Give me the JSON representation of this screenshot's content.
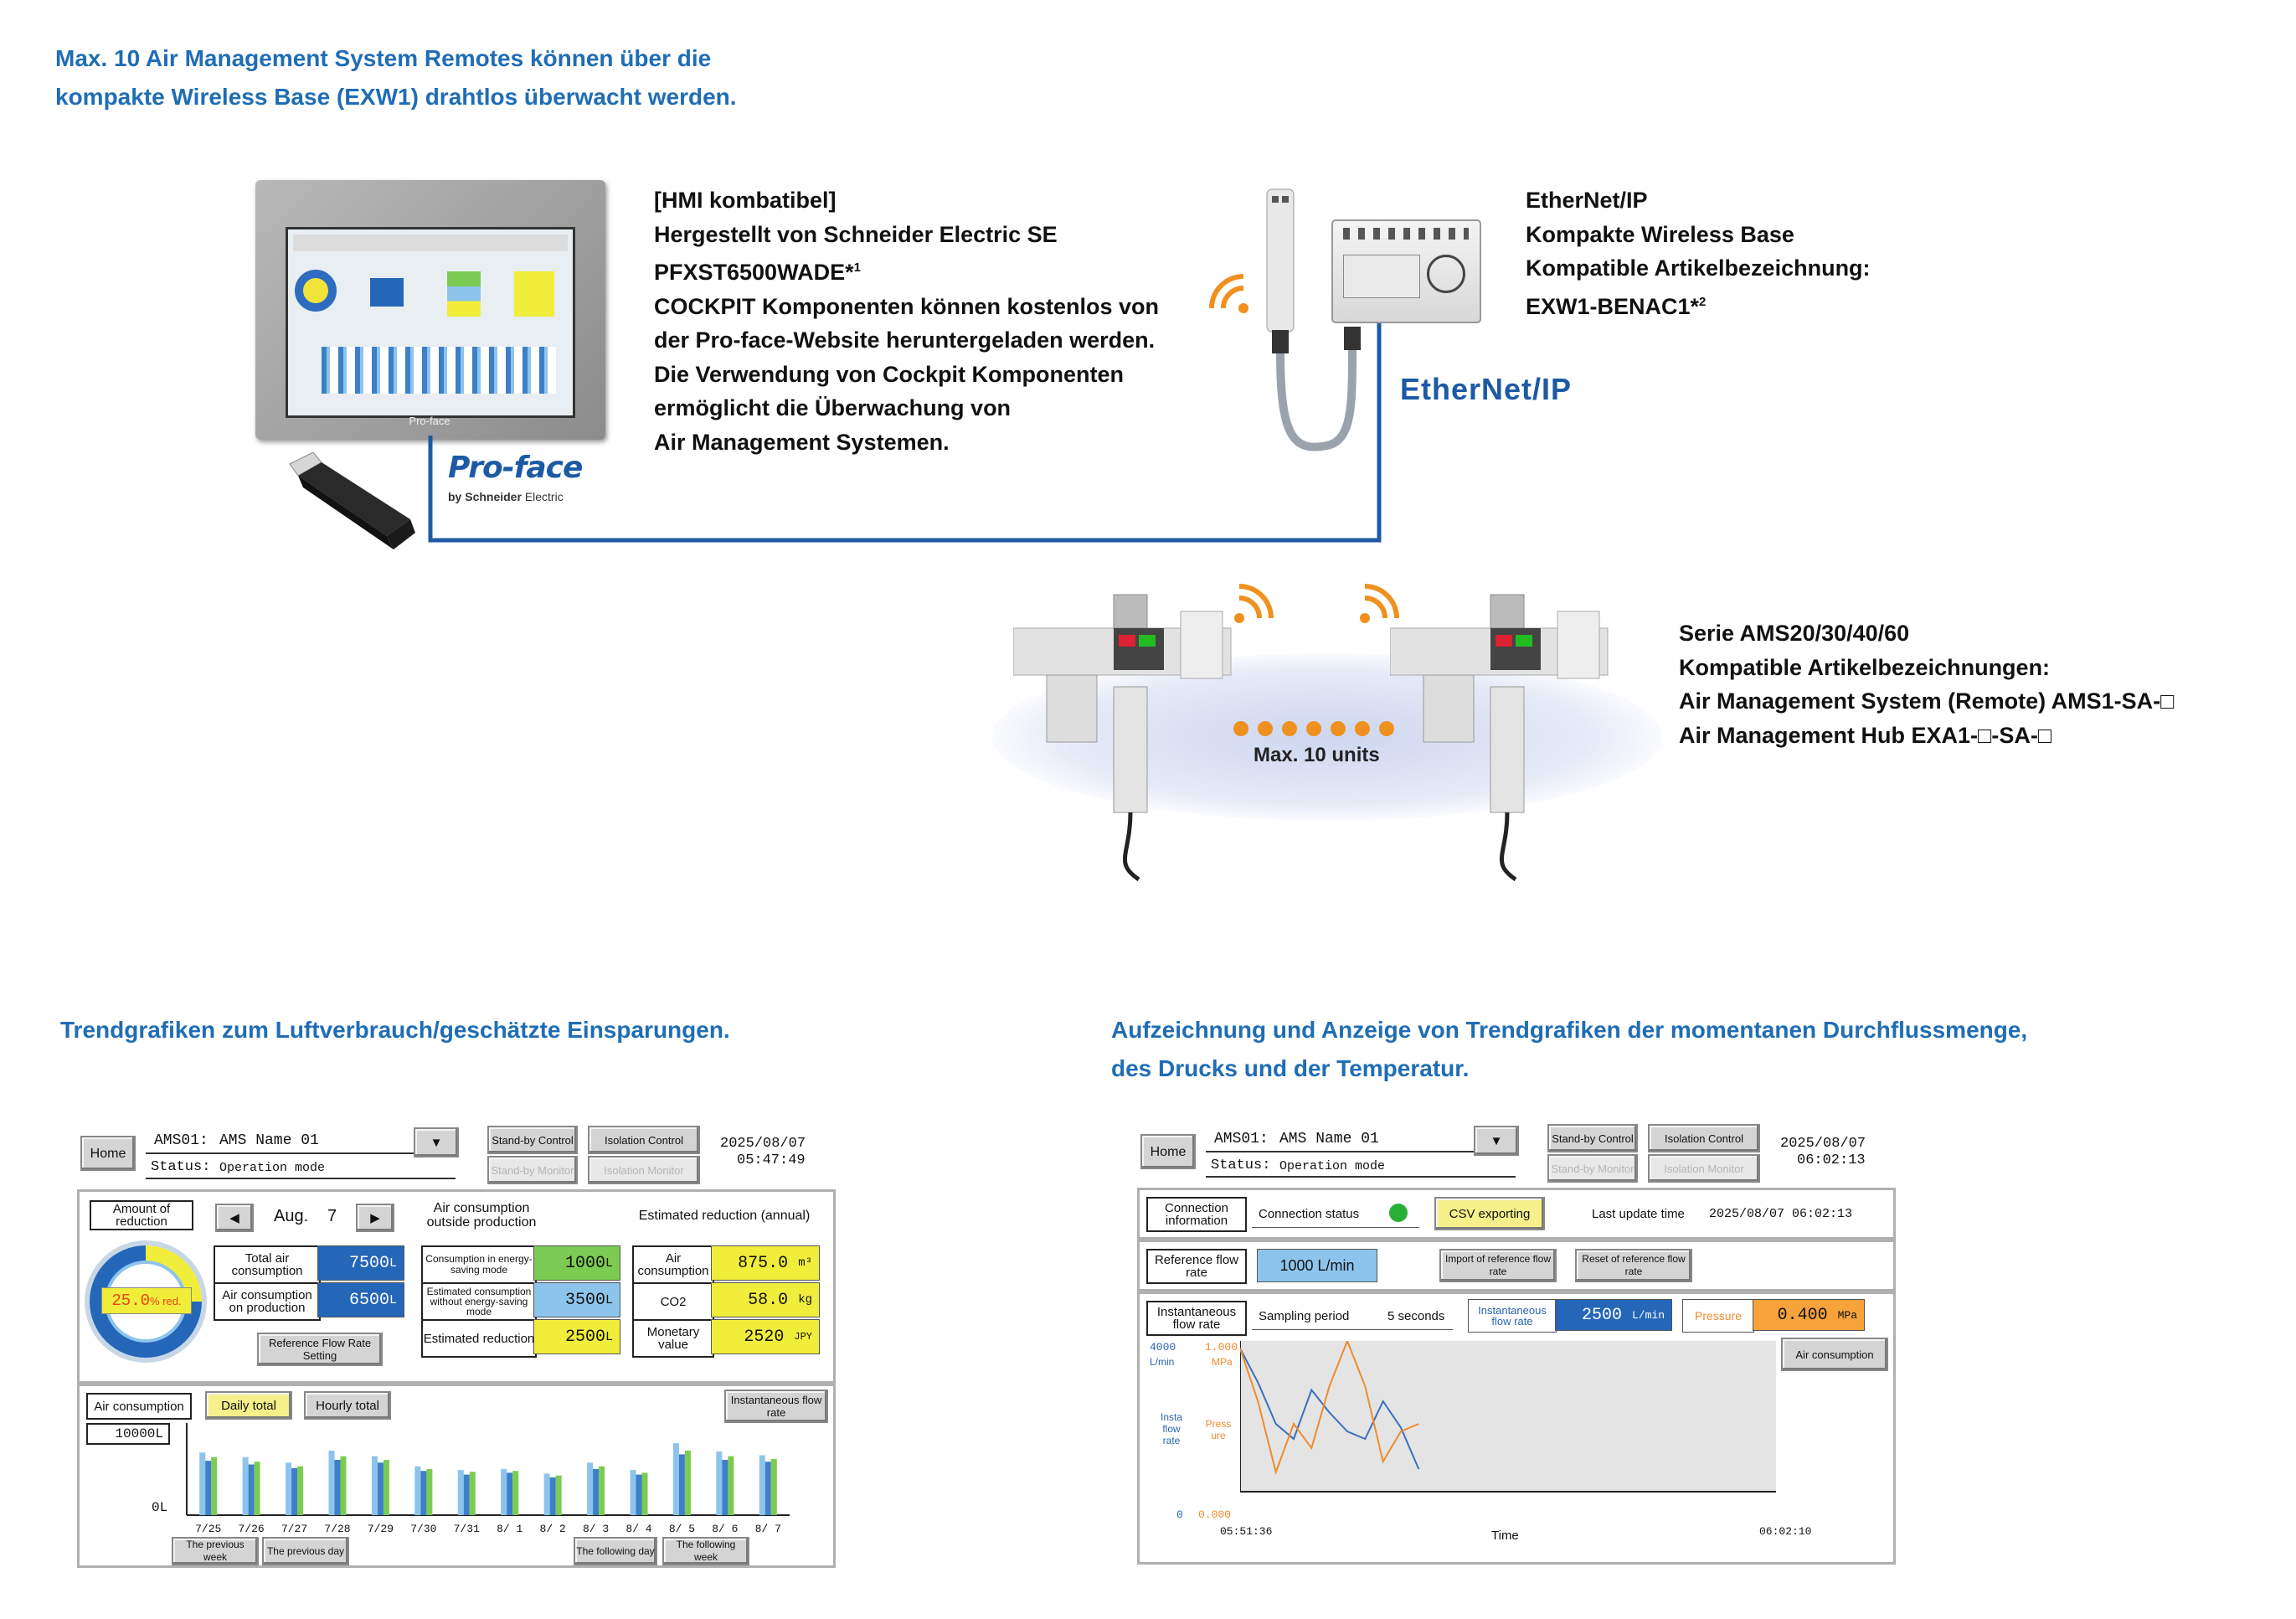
{
  "top_heading": {
    "line1": "Max. 10 Air Management System Remotes können über die",
    "line2": "kompakte Wireless Base (EXW1) drahtlos überwacht werden."
  },
  "hmi_desc": {
    "l1": "[HMI kombatibel]",
    "l2": "Hergestellt von Schneider Electric SE",
    "l3": "PFXST6500WADE*",
    "l3_sup": "1",
    "l4": "COCKPIT Komponenten können kostenlos von",
    "l5": "der Pro-face-Website heruntergeladen werden.",
    "l6": "Die Verwendung von Cockpit Komponenten",
    "l7": "ermöglicht die Überwachung von",
    "l8": "Air Management Systemen."
  },
  "base_desc": {
    "l1": "EtherNet/IP",
    "l2": "Kompakte Wireless Base",
    "l3": "Kompatible Artikelbezeichnung:",
    "l4": "EXW1-BENAC1*",
    "l4_sup": "2"
  },
  "ams_desc": {
    "l1": "Serie AMS20/30/40/60",
    "l2": "Kompatible Artikelbezeichnungen:",
    "l3": "Air Management System (Remote) AMS1-SA-□",
    "l4": "Air Management Hub EXA1-□-SA-□"
  },
  "logos": {
    "proface": "Pro-face",
    "by_schneider": "by Schneider",
    "electric": "Electric",
    "ethernetip": "EtherNet/IP",
    "bezel_brand": "Pro-face"
  },
  "max_units": "Max. 10 units",
  "section_left_heading": "Trendgrafiken zum Luftverbrauch/geschätzte Einsparungen.",
  "section_right_heading": {
    "line1": "Aufzeichnung und Anzeige von Trendgrafiken der momentanen Durchflussmenge,",
    "line2": "des Drucks und der Temperatur."
  },
  "screen_left": {
    "home": "Home",
    "ams_id": "AMS01:",
    "ams_name": "AMS Name 01",
    "status_label": "Status:",
    "status_value": "Operation mode",
    "standby_control": "Stand-by Control",
    "isolation_control": "Isolation Control",
    "standby_monitor": "Stand-by Monitor",
    "isolation_monitor": "Isolation Monitor",
    "date": "2025/08/07",
    "time": "05:47:49",
    "amount_of_reduction": "Amount of reduction",
    "month": "Aug.",
    "day": "7",
    "air_consumption_outside": "Air consumption outside production",
    "estimated_reduction_annual": "Estimated reduction (annual)",
    "gauge_value": "25.0",
    "gauge_unit": "% red.",
    "total_air_consumption": "Total air consumption",
    "total_air_value": "7500",
    "air_consumption_on_production": "Air consumption on production",
    "on_production_value": "6500",
    "unit_l": "L",
    "consumption_energy_saving": "Consumption in energy-saving mode",
    "energy_saving_value": "1000",
    "estimated_without": "Estimated consumption without energy-saving mode",
    "without_value": "3500",
    "estimated_reduction": "Estimated reduction",
    "estimated_reduction_value": "2500",
    "air_consumption_annual": "Air consumption",
    "annual_air_value": "875.0",
    "annual_air_unit": "m³",
    "co2": "CO2",
    "co2_value": "58.0",
    "co2_unit": "kg",
    "monetary_value": "Monetary value",
    "monetary_amount": "2520",
    "monetary_unit": "JPY",
    "ref_flow_setting": "Reference Flow Rate Setting",
    "air_consumption_tab": "Air consumption",
    "daily_total": "Daily total",
    "hourly_total": "Hourly total",
    "instantaneous_flow": "Instantaneous flow rate",
    "y_max": "10000L",
    "y_min": "0L",
    "prev_week": "The previous week",
    "prev_day": "The previous day",
    "next_day": "The following day",
    "next_week": "The following week"
  },
  "screen_right": {
    "home": "Home",
    "ams_id": "AMS01:",
    "ams_name": "AMS Name 01",
    "status_label": "Status:",
    "status_value": "Operation mode",
    "standby_control": "Stand-by Control",
    "isolation_control": "Isolation Control",
    "standby_monitor": "Stand-by Monitor",
    "isolation_monitor": "Isolation Monitor",
    "date": "2025/08/07",
    "time": "06:02:13",
    "connection_information": "Connection information",
    "connection_status": "Connection status",
    "csv_exporting": "CSV exporting",
    "last_update_label": "Last update time",
    "last_update_value": "2025/08/07 06:02:13",
    "reference_flow_rate": "Reference flow rate",
    "ref_value": "1000 L/min",
    "import_ref": "Import of reference flow rate",
    "reset_ref": "Reset of reference flow rate",
    "instantaneous_flow_rate": "Instantaneous flow rate",
    "sampling_period": "Sampling period",
    "sampling_value": "5 seconds",
    "inst_label": "Instantaneous flow rate",
    "inst_value": "2500",
    "inst_unit": "L/min",
    "pressure_label": "Pressure",
    "pressure_value": "0.400",
    "pressure_unit": "MPa",
    "air_consumption_btn": "Air consumption",
    "y1_max": "4000",
    "y1_unit": "L/min",
    "y1_min": "0",
    "y1_title": "Insta flow rate",
    "y2_max": "1.000",
    "y2_unit": "MPa",
    "y2_min": "0.000",
    "y2_title": "Press ure",
    "x_start": "05:51:36",
    "x_label": "Time",
    "x_end": "06:02:10"
  },
  "chart_data": [
    {
      "type": "bar",
      "categories": [
        "7/25",
        "7/26",
        "7/27",
        "7/28",
        "7/29",
        "7/30",
        "7/31",
        "8/ 1",
        "8/ 2",
        "8/ 3",
        "8/ 4",
        "8/ 5",
        "8/ 6",
        "8/ 7"
      ],
      "ylim": [
        0,
        10000
      ],
      "series": [
        {
          "values": [
            6800,
            6300,
            5700,
            7000,
            6400,
            5300,
            4900,
            5000,
            4500,
            5700,
            4900,
            7800,
            6900,
            6500
          ]
        },
        {
          "values": [
            5900,
            5500,
            5100,
            6000,
            5700,
            4800,
            4400,
            4600,
            4100,
            5000,
            4400,
            6600,
            6000,
            5800
          ]
        },
        {
          "values": [
            6300,
            5800,
            5300,
            6400,
            6000,
            5000,
            4700,
            4800,
            4300,
            5300,
            4600,
            7000,
            6400,
            6100
          ]
        }
      ],
      "colors": [
        "#8dc4ec",
        "#3d7fc8",
        "#7ccb52"
      ]
    },
    {
      "type": "line",
      "x": [
        0,
        1,
        2,
        3,
        4,
        5,
        6,
        7,
        8,
        9,
        10
      ],
      "series": [
        {
          "name": "Insta flow rate",
          "values": [
            3800,
            2900,
            1800,
            1400,
            2700,
            2100,
            1600,
            1400,
            2400,
            1700,
            600
          ]
        },
        {
          "name": "Pressure",
          "values": [
            0.95,
            0.6,
            0.13,
            0.45,
            0.29,
            0.7,
            1.0,
            0.7,
            0.2,
            0.4,
            0.45
          ]
        }
      ],
      "colors": [
        "#3a6fc0",
        "#f08b2c"
      ]
    }
  ]
}
